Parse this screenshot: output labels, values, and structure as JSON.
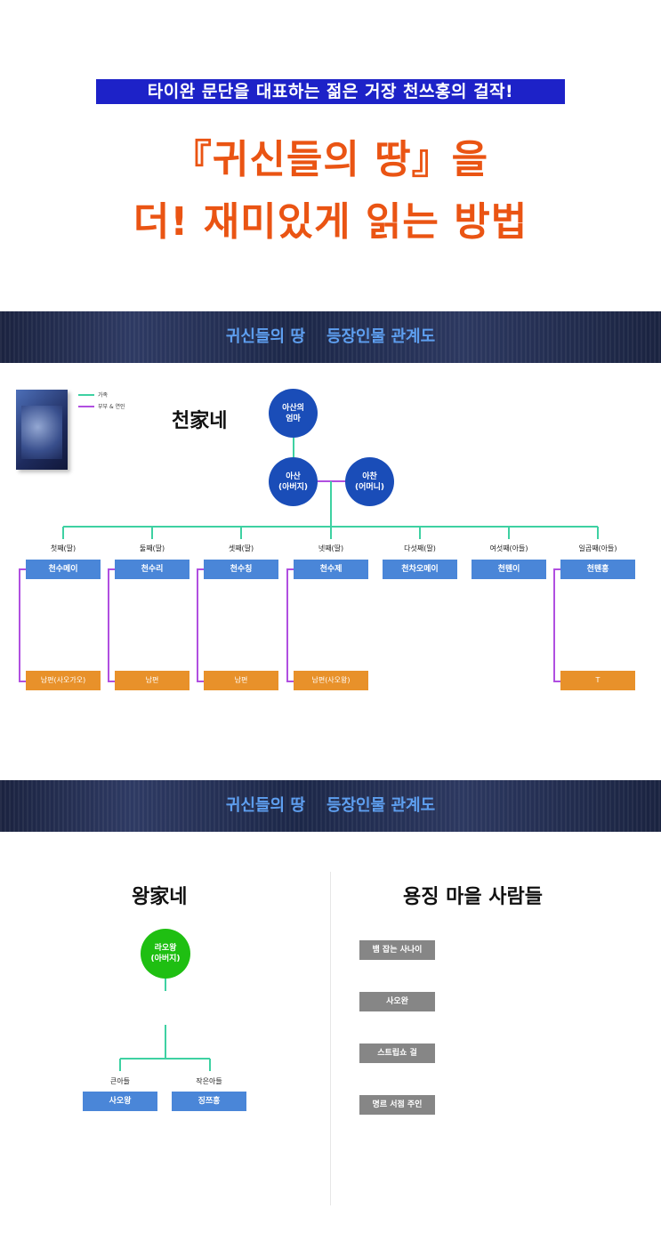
{
  "header": {
    "subtitle": "타이완 문단을 대표하는 젊은 거장 천쓰홍의 걸작!",
    "headline_line1": "『귀신들의 땅』을",
    "headline_line2": "더! 재미있게 읽는 방법"
  },
  "banner1": {
    "left": "귀신들의 땅",
    "right": "등장인물 관계도"
  },
  "legend": {
    "family": "가족",
    "couple": "부부 & 연인",
    "family_color": "#3ed1a2",
    "couple_color": "#b04fe0"
  },
  "chen_family": {
    "title": "천家네",
    "grandmother": "아산의\n엄마",
    "father": "아산\n(아버지)",
    "mother": "아찬\n(어머니)",
    "children": [
      {
        "relation": "첫째(딸)",
        "name": "천수메이",
        "partner": "남편(사오가오)"
      },
      {
        "relation": "둘째(딸)",
        "name": "천수리",
        "partner": "남편"
      },
      {
        "relation": "셋째(딸)",
        "name": "천수칭",
        "partner": "남편"
      },
      {
        "relation": "넷째(딸)",
        "name": "천수제",
        "partner": "남편(사오왕)"
      },
      {
        "relation": "다섯째(딸)",
        "name": "천차오메이",
        "partner": ""
      },
      {
        "relation": "여섯째(아들)",
        "name": "천톈이",
        "partner": ""
      },
      {
        "relation": "일곱째(아들)",
        "name": "천톈홍",
        "partner": "T"
      }
    ]
  },
  "banner2": {
    "left": "귀신들의 땅",
    "right": "등장인물 관계도"
  },
  "wang_family": {
    "title": "왕家네",
    "father": "라오왕\n(아버지)",
    "sons": [
      {
        "relation": "큰아들",
        "name": "사오왕"
      },
      {
        "relation": "작은아들",
        "name": "징쯔홍"
      }
    ]
  },
  "village": {
    "title": "용징 마을 사람들",
    "people": [
      "뱀 잡는 사나이",
      "사오완",
      "스트립쇼 걸",
      "명르 서점 주인"
    ]
  },
  "colors": {
    "accent_orange": "#ea5413",
    "subtitle_blue": "#1d22c8",
    "node_blue": "#1a4db8",
    "box_blue": "#4a86d8",
    "box_orange": "#e8912a",
    "node_green": "#1fbf12"
  }
}
